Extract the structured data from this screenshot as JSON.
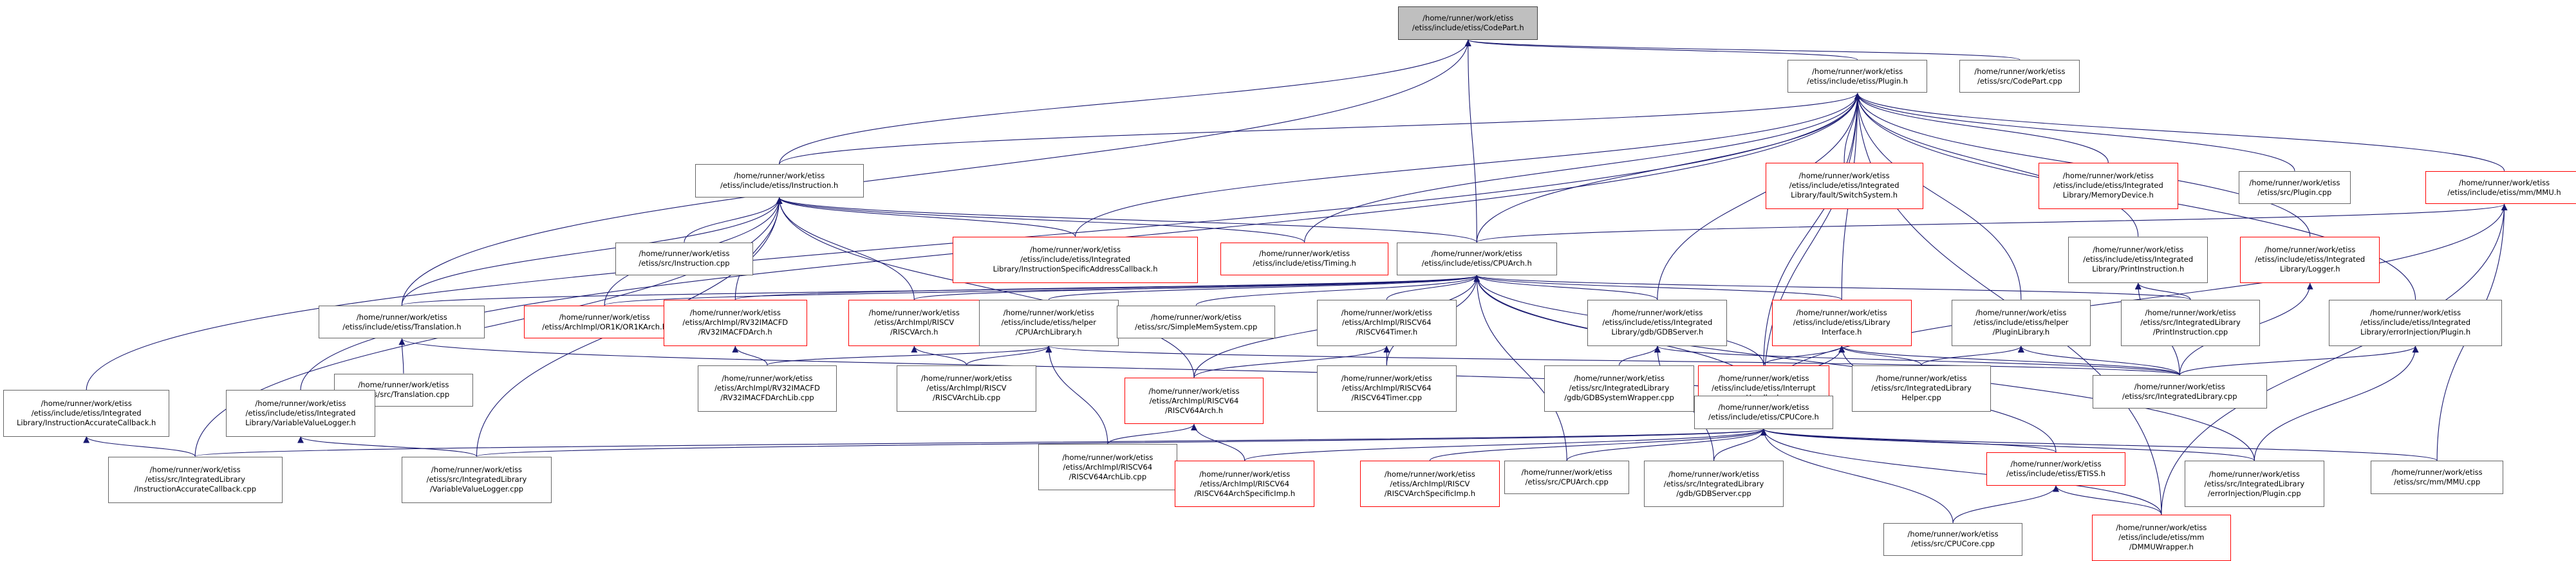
{
  "graph": {
    "colors": {
      "edge": "#191970",
      "root_fill": "#bfbfbf",
      "normal_border": "#666666",
      "missing_border": "#ff0000"
    },
    "nodes": [
      {
        "id": "codepart_h",
        "kind": "root",
        "lines": [
          "/home/runner/work/etiss",
          "/etiss/include/etiss/CodePart.h"
        ]
      },
      {
        "id": "plugin_h",
        "kind": "normal",
        "lines": [
          "/home/runner/work/etiss",
          "/etiss/include/etiss/Plugin.h"
        ]
      },
      {
        "id": "codepart_cpp",
        "kind": "normal",
        "lines": [
          "/home/runner/work/etiss",
          "/etiss/src/CodePart.cpp"
        ]
      },
      {
        "id": "instruction_h",
        "kind": "normal",
        "lines": [
          "/home/runner/work/etiss",
          "/etiss/include/etiss/Instruction.h"
        ]
      },
      {
        "id": "faultswitch_h",
        "kind": "red",
        "lines": [
          "/home/runner/work/etiss",
          "/etiss/include/etiss/Integrated",
          "Library/fault/SwitchSystem.h"
        ]
      },
      {
        "id": "memorydevice_h",
        "kind": "red",
        "lines": [
          "/home/runner/work/etiss",
          "/etiss/include/etiss/Integrated",
          "Library/MemoryDevice.h"
        ]
      },
      {
        "id": "plugin_cpp",
        "kind": "normal",
        "lines": [
          "/home/runner/work/etiss",
          "/etiss/src/Plugin.cpp"
        ]
      },
      {
        "id": "mmu_h",
        "kind": "red",
        "lines": [
          "/home/runner/work/etiss",
          "/etiss/include/etiss/mm/MMU.h"
        ]
      },
      {
        "id": "instruction_cpp",
        "kind": "normal",
        "lines": [
          "/home/runner/work/etiss",
          "/etiss/src/Instruction.cpp"
        ]
      },
      {
        "id": "isab_h",
        "kind": "red",
        "lines": [
          "/home/runner/work/etiss",
          "/etiss/include/etiss/Integrated",
          "Library/InstructionSpecificAddressCallback.h"
        ]
      },
      {
        "id": "timing_h",
        "kind": "red",
        "lines": [
          "/home/runner/work/etiss",
          "/etiss/include/etiss/Timing.h"
        ]
      },
      {
        "id": "cpuarch_h",
        "kind": "normal",
        "lines": [
          "/home/runner/work/etiss",
          "/etiss/include/etiss/CPUArch.h"
        ]
      },
      {
        "id": "printinstr_h",
        "kind": "normal",
        "lines": [
          "/home/runner/work/etiss",
          "/etiss/include/etiss/Integrated",
          "Library/PrintInstruction.h"
        ]
      },
      {
        "id": "logger_h",
        "kind": "red",
        "lines": [
          "/home/runner/work/etiss",
          "/etiss/include/etiss/Integrated",
          "Library/Logger.h"
        ]
      },
      {
        "id": "translation_h",
        "kind": "normal",
        "lines": [
          "/home/runner/work/etiss",
          "/etiss/include/etiss/Translation.h"
        ]
      },
      {
        "id": "or1karch_h",
        "kind": "red",
        "lines": [
          "/home/runner/work/etiss",
          "/etiss/ArchImpl/OR1K/OR1KArch.h"
        ]
      },
      {
        "id": "rv32arch_h",
        "kind": "red",
        "lines": [
          "/home/runner/work/etiss",
          "/etiss/ArchImpl/RV32IMACFD",
          "/RV32IMACFDArch.h"
        ]
      },
      {
        "id": "riscvarch_h",
        "kind": "red",
        "lines": [
          "/home/runner/work/etiss",
          "/etiss/ArchImpl/RISCV",
          "/RISCVArch.h"
        ]
      },
      {
        "id": "cpuarchlib_h",
        "kind": "normal",
        "lines": [
          "/home/runner/work/etiss",
          "/etiss/include/etiss/helper",
          "/CPUArchLibrary.h"
        ]
      },
      {
        "id": "simplemem_cpp",
        "kind": "normal",
        "lines": [
          "/home/runner/work/etiss",
          "/etiss/src/SimpleMemSystem.cpp"
        ]
      },
      {
        "id": "rv64timer_h",
        "kind": "normal",
        "lines": [
          "/home/runner/work/etiss",
          "/etiss/ArchImpl/RISCV64",
          "/RISCV64Timer.h"
        ]
      },
      {
        "id": "gdbserver_h",
        "kind": "normal",
        "lines": [
          "/home/runner/work/etiss",
          "/etiss/include/etiss/Integrated",
          "Library/gdb/GDBServer.h"
        ]
      },
      {
        "id": "libinterface_h",
        "kind": "red",
        "lines": [
          "/home/runner/work/etiss",
          "/etiss/include/etiss/Library",
          "Interface.h"
        ]
      },
      {
        "id": "pluginlib_h",
        "kind": "normal",
        "lines": [
          "/home/runner/work/etiss",
          "/etiss/include/etiss/helper",
          "/PluginLibrary.h"
        ]
      },
      {
        "id": "printinstr_cpp",
        "kind": "normal",
        "lines": [
          "/home/runner/work/etiss",
          "/etiss/src/IntegratedLibrary",
          "/PrintInstruction.cpp"
        ]
      },
      {
        "id": "errinj_plugin_h",
        "kind": "normal",
        "lines": [
          "/home/runner/work/etiss",
          "/etiss/include/etiss/Integrated",
          "Library/errorInjection/Plugin.h"
        ]
      },
      {
        "id": "translation_cpp",
        "kind": "normal",
        "lines": [
          "/home/runner/work/etiss",
          "/etiss/src/Translation.cpp"
        ]
      },
      {
        "id": "rv32lib_cpp",
        "kind": "normal",
        "lines": [
          "/home/runner/work/etiss",
          "/etiss/ArchImpl/RV32IMACFD",
          "/RV32IMACFDArchLib.cpp"
        ]
      },
      {
        "id": "riscvlib_cpp",
        "kind": "normal",
        "lines": [
          "/home/runner/work/etiss",
          "/etiss/ArchImpl/RISCV",
          "/RISCVArchLib.cpp"
        ]
      },
      {
        "id": "rv64arch_h",
        "kind": "red",
        "lines": [
          "/home/runner/work/etiss",
          "/etiss/ArchImpl/RISCV64",
          "/RISCV64Arch.h"
        ]
      },
      {
        "id": "rv64timer_cpp",
        "kind": "normal",
        "lines": [
          "/home/runner/work/etiss",
          "/etiss/ArchImpl/RISCV64",
          "/RISCV64Timer.cpp"
        ]
      },
      {
        "id": "gdbsyswrap_cpp",
        "kind": "normal",
        "lines": [
          "/home/runner/work/etiss",
          "/etiss/src/IntegratedLibrary",
          "/gdb/GDBSystemWrapper.cpp"
        ]
      },
      {
        "id": "interrupthandler_h",
        "kind": "red",
        "lines": [
          "/home/runner/work/etiss",
          "/etiss/include/etiss/Interrupt",
          "Handler.h"
        ]
      },
      {
        "id": "intlibhelper_cpp",
        "kind": "normal",
        "lines": [
          "/home/runner/work/etiss",
          "/etiss/src/IntegratedLibrary",
          "Helper.cpp"
        ]
      },
      {
        "id": "intlib_cpp",
        "kind": "normal",
        "lines": [
          "/home/runner/work/etiss",
          "/etiss/src/IntegratedLibrary.cpp"
        ]
      },
      {
        "id": "iacb_h",
        "kind": "normal",
        "lines": [
          "/home/runner/work/etiss",
          "/etiss/include/etiss/Integrated",
          "Library/InstructionAccurateCallback.h"
        ]
      },
      {
        "id": "vvlogger_h",
        "kind": "normal",
        "lines": [
          "/home/runner/work/etiss",
          "/etiss/include/etiss/Integrated",
          "Library/VariableValueLogger.h"
        ]
      },
      {
        "id": "rv64lib_cpp",
        "kind": "normal",
        "lines": [
          "/home/runner/work/etiss",
          "/etiss/ArchImpl/RISCV64",
          "/RISCV64ArchLib.cpp"
        ]
      },
      {
        "id": "cpucore_h",
        "kind": "normal",
        "lines": [
          "/home/runner/work/etiss",
          "/etiss/include/etiss/CPUCore.h"
        ]
      },
      {
        "id": "iacb_cpp",
        "kind": "normal",
        "lines": [
          "/home/runner/work/etiss",
          "/etiss/src/IntegratedLibrary",
          "/InstructionAccurateCallback.cpp"
        ]
      },
      {
        "id": "vvlogger_cpp",
        "kind": "normal",
        "lines": [
          "/home/runner/work/etiss",
          "/etiss/src/IntegratedLibrary",
          "/VariableValueLogger.cpp"
        ]
      },
      {
        "id": "rv64specimp_h",
        "kind": "red",
        "lines": [
          "/home/runner/work/etiss",
          "/etiss/ArchImpl/RISCV64",
          "/RISCV64ArchSpecificImp.h"
        ]
      },
      {
        "id": "riscvspecimp_h",
        "kind": "red",
        "lines": [
          "/home/runner/work/etiss",
          "/etiss/ArchImpl/RISCV",
          "/RISCVArchSpecificImp.h"
        ]
      },
      {
        "id": "cpuarch_cpp",
        "kind": "normal",
        "lines": [
          "/home/runner/work/etiss",
          "/etiss/src/CPUArch.cpp"
        ]
      },
      {
        "id": "gdbserver_cpp",
        "kind": "normal",
        "lines": [
          "/home/runner/work/etiss",
          "/etiss/src/IntegratedLibrary",
          "/gdb/GDBServer.cpp"
        ]
      },
      {
        "id": "etiss_h",
        "kind": "red",
        "lines": [
          "/home/runner/work/etiss",
          "/etiss/include/etiss/ETISS.h"
        ]
      },
      {
        "id": "errinj_plugin_cpp",
        "kind": "normal",
        "lines": [
          "/home/runner/work/etiss",
          "/etiss/src/IntegratedLibrary",
          "/errorInjection/Plugin.cpp"
        ]
      },
      {
        "id": "mmu_cpp",
        "kind": "normal",
        "lines": [
          "/home/runner/work/etiss",
          "/etiss/src/mm/MMU.cpp"
        ]
      },
      {
        "id": "cpucore_cpp",
        "kind": "normal",
        "lines": [
          "/home/runner/work/etiss",
          "/etiss/src/CPUCore.cpp"
        ]
      },
      {
        "id": "dmmuwrapper_h",
        "kind": "red",
        "lines": [
          "/home/runner/work/etiss",
          "/etiss/include/etiss/mm",
          "/DMMUWrapper.h"
        ]
      }
    ],
    "edges": [
      [
        "codepart_h",
        "plugin_h"
      ],
      [
        "codepart_h",
        "codepart_cpp"
      ],
      [
        "codepart_h",
        "instruction_h"
      ],
      [
        "codepart_h",
        "cpuarch_h"
      ],
      [
        "codepart_h",
        "translation_h"
      ],
      [
        "plugin_h",
        "instruction_h"
      ],
      [
        "plugin_h",
        "faultswitch_h"
      ],
      [
        "plugin_h",
        "memorydevice_h"
      ],
      [
        "plugin_h",
        "plugin_cpp"
      ],
      [
        "plugin_h",
        "mmu_h"
      ],
      [
        "plugin_h",
        "printinstr_h"
      ],
      [
        "plugin_h",
        "logger_h"
      ],
      [
        "plugin_h",
        "errinj_plugin_h"
      ],
      [
        "plugin_h",
        "isab_h"
      ],
      [
        "plugin_h",
        "timing_h"
      ],
      [
        "plugin_h",
        "cpuarch_h"
      ],
      [
        "plugin_h",
        "gdbserver_h"
      ],
      [
        "plugin_h",
        "libinterface_h"
      ],
      [
        "plugin_h",
        "pluginlib_h"
      ],
      [
        "plugin_h",
        "interrupthandler_h"
      ],
      [
        "plugin_h",
        "cpucore_h"
      ],
      [
        "plugin_h",
        "iacb_h"
      ],
      [
        "plugin_h",
        "vvlogger_h"
      ],
      [
        "plugin_h",
        "dmmuwrapper_h"
      ],
      [
        "instruction_h",
        "instruction_cpp"
      ],
      [
        "instruction_h",
        "isab_h"
      ],
      [
        "instruction_h",
        "timing_h"
      ],
      [
        "instruction_h",
        "cpuarch_h"
      ],
      [
        "instruction_h",
        "translation_h"
      ],
      [
        "instruction_h",
        "or1karch_h"
      ],
      [
        "instruction_h",
        "rv32arch_h"
      ],
      [
        "instruction_h",
        "riscvarch_h"
      ],
      [
        "instruction_h",
        "rv64arch_h"
      ],
      [
        "instruction_h",
        "iacb_cpp"
      ],
      [
        "instruction_h",
        "vvlogger_cpp"
      ],
      [
        "mmu_h",
        "cpuarch_h"
      ],
      [
        "mmu_h",
        "cpucore_h"
      ],
      [
        "mmu_h",
        "mmu_cpp"
      ],
      [
        "mmu_h",
        "dmmuwrapper_h"
      ],
      [
        "cpuarch_h",
        "translation_h"
      ],
      [
        "cpuarch_h",
        "or1karch_h"
      ],
      [
        "cpuarch_h",
        "rv32arch_h"
      ],
      [
        "cpuarch_h",
        "riscvarch_h"
      ],
      [
        "cpuarch_h",
        "cpuarchlib_h"
      ],
      [
        "cpuarch_h",
        "simplemem_cpp"
      ],
      [
        "cpuarch_h",
        "rv64timer_h"
      ],
      [
        "cpuarch_h",
        "gdbserver_h"
      ],
      [
        "cpuarch_h",
        "libinterface_h"
      ],
      [
        "cpuarch_h",
        "printinstr_cpp"
      ],
      [
        "cpuarch_h",
        "rv64arch_h"
      ],
      [
        "cpuarch_h",
        "rv64timer_cpp"
      ],
      [
        "cpuarch_h",
        "interrupthandler_h"
      ],
      [
        "cpuarch_h",
        "cpucore_h"
      ],
      [
        "cpuarch_h",
        "cpuarch_cpp"
      ],
      [
        "cpuarch_h",
        "errinj_plugin_cpp"
      ],
      [
        "printinstr_h",
        "printinstr_cpp"
      ],
      [
        "printinstr_h",
        "intlib_cpp"
      ],
      [
        "logger_h",
        "intlib_cpp"
      ],
      [
        "errinj_plugin_h",
        "intlib_cpp"
      ],
      [
        "errinj_plugin_h",
        "errinj_plugin_cpp"
      ],
      [
        "translation_h",
        "translation_cpp"
      ],
      [
        "translation_h",
        "cpucore_h"
      ],
      [
        "rv32arch_h",
        "rv32lib_cpp"
      ],
      [
        "riscvarch_h",
        "riscvlib_cpp"
      ],
      [
        "cpuarchlib_h",
        "rv32lib_cpp"
      ],
      [
        "cpuarchlib_h",
        "riscvlib_cpp"
      ],
      [
        "cpuarchlib_h",
        "rv64lib_cpp"
      ],
      [
        "cpuarchlib_h",
        "intlib_cpp"
      ],
      [
        "rv64timer_h",
        "rv64arch_h"
      ],
      [
        "rv64timer_h",
        "rv64timer_cpp"
      ],
      [
        "gdbserver_h",
        "gdbsyswrap_cpp"
      ],
      [
        "gdbserver_h",
        "gdbserver_cpp"
      ],
      [
        "gdbserver_h",
        "intlib_cpp"
      ],
      [
        "libinterface_h",
        "interrupthandler_h"
      ],
      [
        "libinterface_h",
        "intlibhelper_cpp"
      ],
      [
        "libinterface_h",
        "intlib_cpp"
      ],
      [
        "libinterface_h",
        "cpucore_h"
      ],
      [
        "libinterface_h",
        "etiss_h"
      ],
      [
        "pluginlib_h",
        "intlib_cpp"
      ],
      [
        "pluginlib_h",
        "intlibhelper_cpp"
      ],
      [
        "rv64arch_h",
        "rv64lib_cpp"
      ],
      [
        "rv64arch_h",
        "rv64specimp_h"
      ],
      [
        "interrupthandler_h",
        "cpucore_h"
      ],
      [
        "iacb_h",
        "iacb_cpp"
      ],
      [
        "vvlogger_h",
        "vvlogger_cpp"
      ],
      [
        "cpucore_h",
        "iacb_cpp"
      ],
      [
        "cpucore_h",
        "vvlogger_cpp"
      ],
      [
        "cpucore_h",
        "rv64specimp_h"
      ],
      [
        "cpucore_h",
        "riscvspecimp_h"
      ],
      [
        "cpucore_h",
        "cpuarch_cpp"
      ],
      [
        "cpucore_h",
        "gdbserver_cpp"
      ],
      [
        "cpucore_h",
        "etiss_h"
      ],
      [
        "cpucore_h",
        "errinj_plugin_cpp"
      ],
      [
        "cpucore_h",
        "mmu_cpp"
      ],
      [
        "cpucore_h",
        "cpucore_cpp"
      ],
      [
        "cpucore_h",
        "dmmuwrapper_h"
      ],
      [
        "etiss_h",
        "cpucore_cpp"
      ],
      [
        "etiss_h",
        "dmmuwrapper_h"
      ]
    ]
  }
}
